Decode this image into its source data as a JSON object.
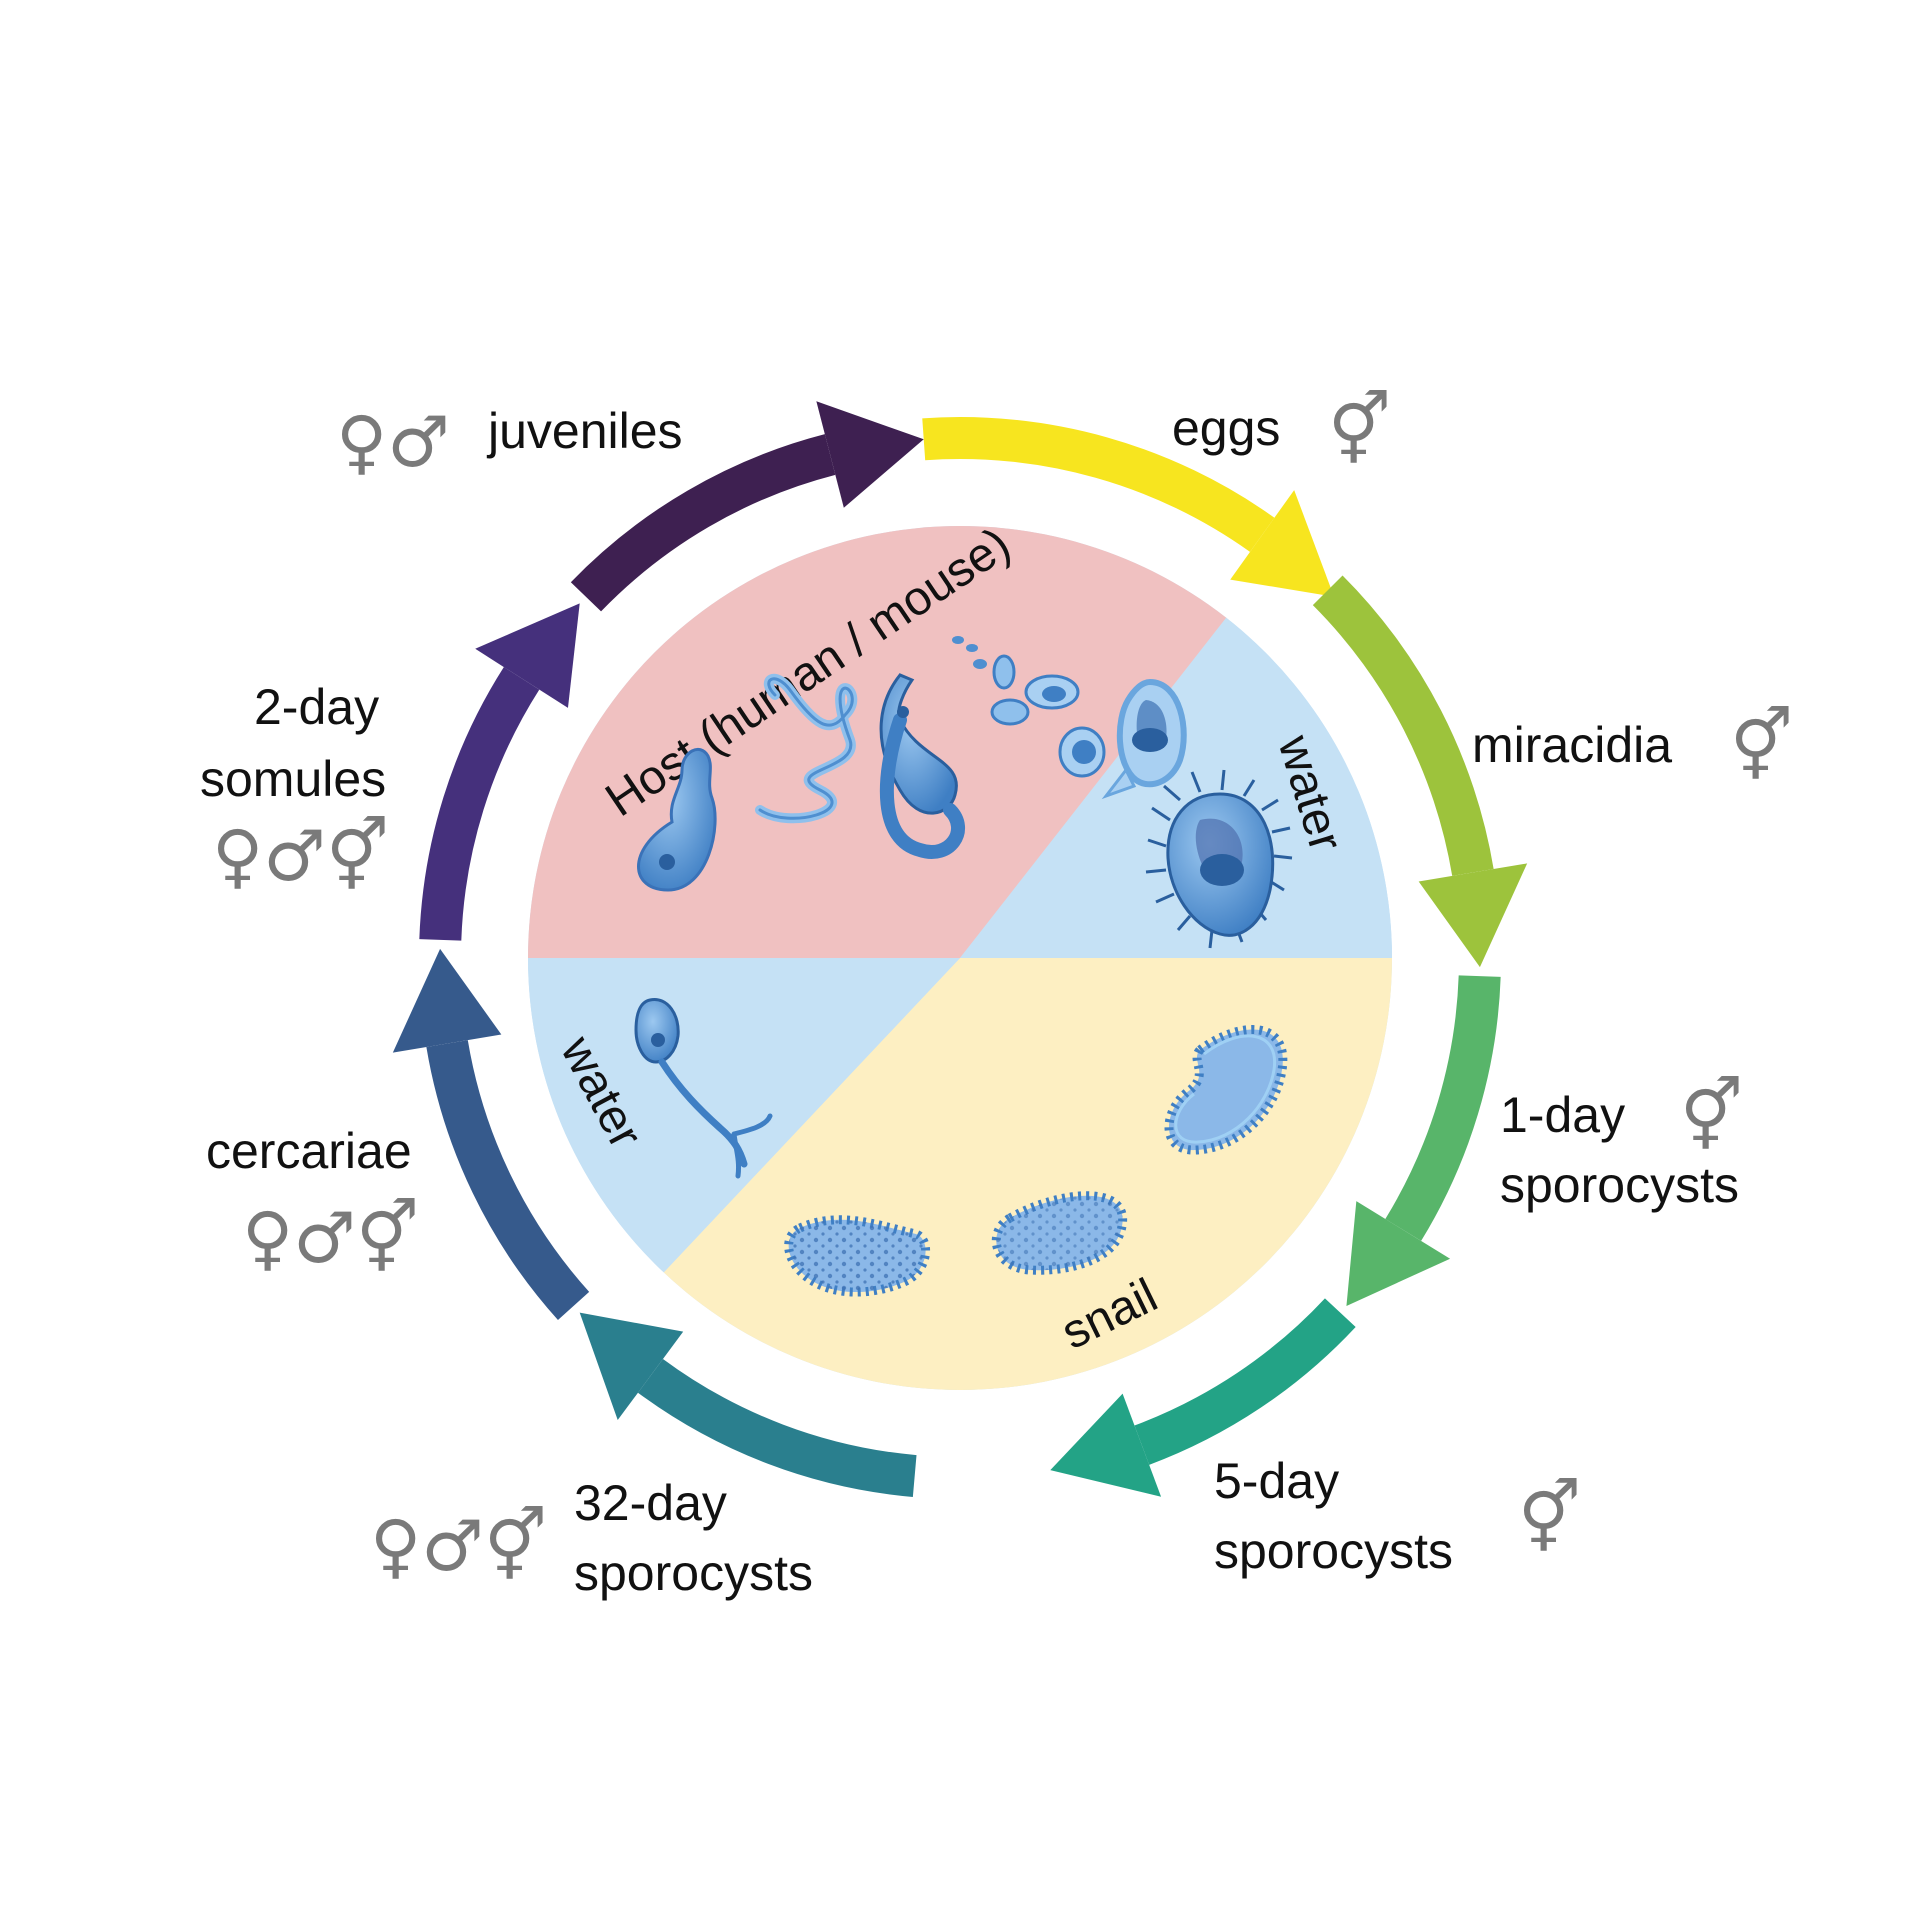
{
  "zones": {
    "host": {
      "label": "Host (human / mouse)",
      "color": "#f0c1c1"
    },
    "water_top": {
      "label": "water",
      "color": "#c5e1f5"
    },
    "water_bottom": {
      "label": "water",
      "color": "#c5e1f5"
    },
    "snail": {
      "label": "snail",
      "color": "#fdefc2"
    }
  },
  "stages": [
    {
      "id": "eggs",
      "lines": [
        "eggs"
      ],
      "symbols": "⚥",
      "color": "#f7e51f"
    },
    {
      "id": "miracidia",
      "lines": [
        "miracidia"
      ],
      "symbols": "⚥",
      "color": "#9dc33c"
    },
    {
      "id": "sporocysts-1d",
      "lines": [
        "1-day",
        "sporocysts"
      ],
      "symbols": "⚥",
      "color": "#58b56a"
    },
    {
      "id": "sporocysts-5d",
      "lines": [
        "5-day",
        "sporocysts"
      ],
      "symbols": "⚥",
      "color": "#23a386"
    },
    {
      "id": "sporocysts-32d",
      "lines": [
        "32-day",
        "sporocysts"
      ],
      "symbols": "♀♂⚥",
      "color": "#2a7f8e"
    },
    {
      "id": "cercariae",
      "lines": [
        "cercariae"
      ],
      "symbols": "♀♂⚥",
      "color": "#365a8c"
    },
    {
      "id": "somules-2d",
      "lines": [
        "2-day",
        "somules"
      ],
      "symbols": "♀♂⚥",
      "color": "#45307c"
    },
    {
      "id": "juveniles",
      "lines": [
        "juveniles"
      ],
      "symbols": "♀♂",
      "color": "#3e2051"
    }
  ],
  "colors": {
    "organism": "#4f8fd0",
    "organism_light": "#8fc0ec",
    "organism_dark": "#2a5f9e",
    "symbol_gray": "#7a7a7a"
  },
  "icons": [
    "juvenile-icon",
    "adult-worms-icon",
    "egg-cluster-icon",
    "egg-icon",
    "miracidium-icon",
    "cercaria-icon",
    "sporocyst-icon"
  ]
}
